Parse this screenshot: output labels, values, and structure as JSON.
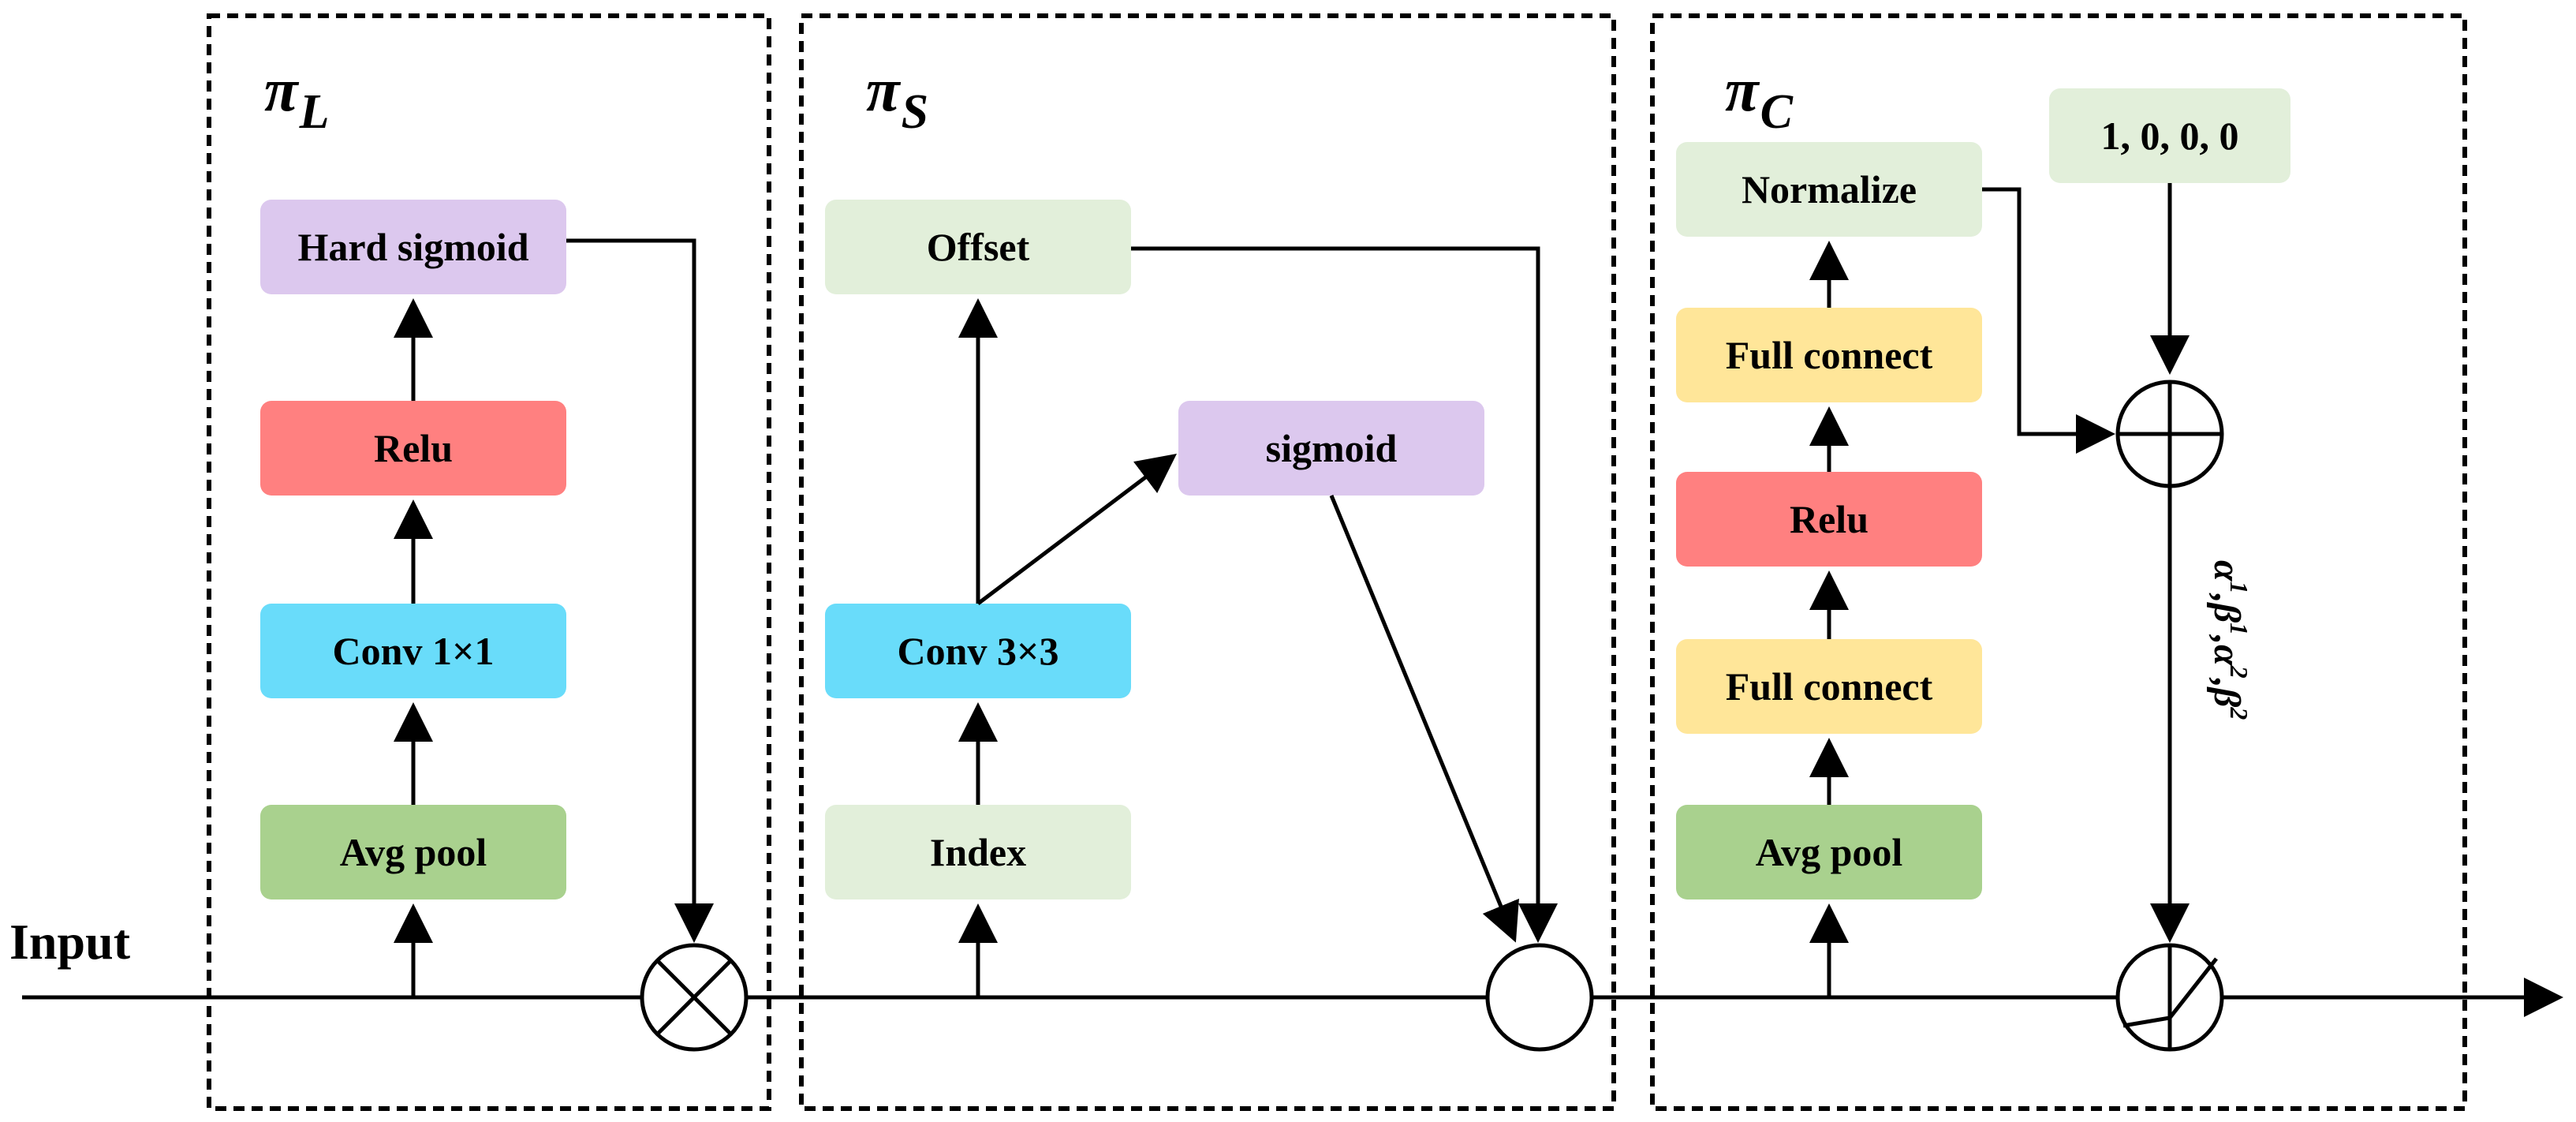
{
  "input_label": "Input",
  "modules": {
    "pi_l": {
      "symbol": "π",
      "subscript": "L"
    },
    "pi_s": {
      "symbol": "π",
      "subscript": "S"
    },
    "pi_c": {
      "symbol": "π",
      "subscript": "C"
    }
  },
  "blocks": {
    "l_hard_sigmoid": {
      "label": "Hard sigmoid",
      "color": "#dcc8ee"
    },
    "l_relu": {
      "label": "Relu",
      "color": "#ff8080"
    },
    "l_conv": {
      "label": "Conv 1×1",
      "color": "#69dcfa"
    },
    "l_avgpool": {
      "label": "Avg pool",
      "color": "#a9d18e"
    },
    "s_offset": {
      "label": "Offset",
      "color": "#e2efda"
    },
    "s_sigmoid": {
      "label": "sigmoid",
      "color": "#dcc8ee"
    },
    "s_conv": {
      "label": "Conv 3×3",
      "color": "#69dcfa"
    },
    "s_index": {
      "label": "Index",
      "color": "#e2efda"
    },
    "c_const": {
      "label": "1, 0, 0, 0",
      "color": "#e2efda"
    },
    "c_normalize": {
      "label": "Normalize",
      "color": "#e2efda"
    },
    "c_fc2": {
      "label": "Full connect",
      "color": "#ffe699"
    },
    "c_relu": {
      "label": "Relu",
      "color": "#ff8080"
    },
    "c_fc1": {
      "label": "Full connect",
      "color": "#ffe699"
    },
    "c_avgpool": {
      "label": "Avg pool",
      "color": "#a9d18e"
    }
  },
  "coefficients": {
    "alpha": "α",
    "beta": "β",
    "sup1": "1",
    "sup2": "2",
    "comma": ","
  },
  "nodes": {
    "multiply": "multiply-node",
    "spatial": "spatial-node",
    "add": "add-node",
    "activation": "piecewise-activation-node"
  }
}
